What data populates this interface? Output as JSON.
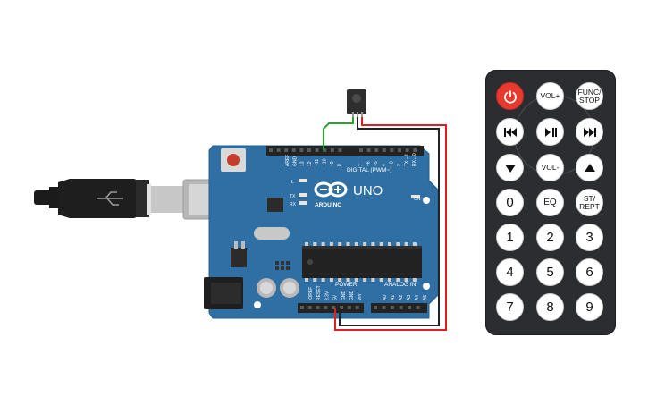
{
  "board": {
    "brand": "ARDUINO",
    "model": "UNO",
    "digital_header_label": "DIGITAL (PWM~)",
    "power_label": "POWER",
    "analog_label": "ANALOG IN",
    "on_label": "ON",
    "l_label": "L",
    "tx_label": "TX",
    "rx_label": "RX",
    "digital_pins": [
      "AREF",
      "GND",
      "13",
      "12",
      "~11",
      "~10",
      "~9",
      "8",
      "7",
      "~6",
      "~5",
      "4",
      "~3",
      "2",
      "TX→1",
      "RX←0"
    ],
    "power_pins": [
      "IOREF",
      "RESET",
      "3.3V",
      "5V",
      "GND",
      "GND",
      "Vin"
    ],
    "analog_pins": [
      "A0",
      "A1",
      "A2",
      "A3",
      "A4",
      "A5"
    ]
  },
  "remote": {
    "buttons": {
      "power": "power-icon",
      "vol_up": "VOL+",
      "func_stop_1": "FUNC/",
      "func_stop_2": "STOP",
      "prev": "previous-icon",
      "play_pause": "play-pause-icon",
      "next": "next-icon",
      "down": "down-icon",
      "vol_down": "VOL-",
      "up": "up-icon",
      "zero": "0",
      "eq": "EQ",
      "st_rept_1": "ST/",
      "st_rept_2": "REPT",
      "one": "1",
      "two": "2",
      "three": "3",
      "four": "4",
      "five": "5",
      "six": "6",
      "seven": "7",
      "eight": "8",
      "nine": "9"
    }
  },
  "colors": {
    "board": "#2f6fa4",
    "wire_signal": "#2aa52a",
    "wire_vcc": "#e01e1e",
    "wire_gnd": "#222222",
    "power_button": "#e8392e"
  }
}
